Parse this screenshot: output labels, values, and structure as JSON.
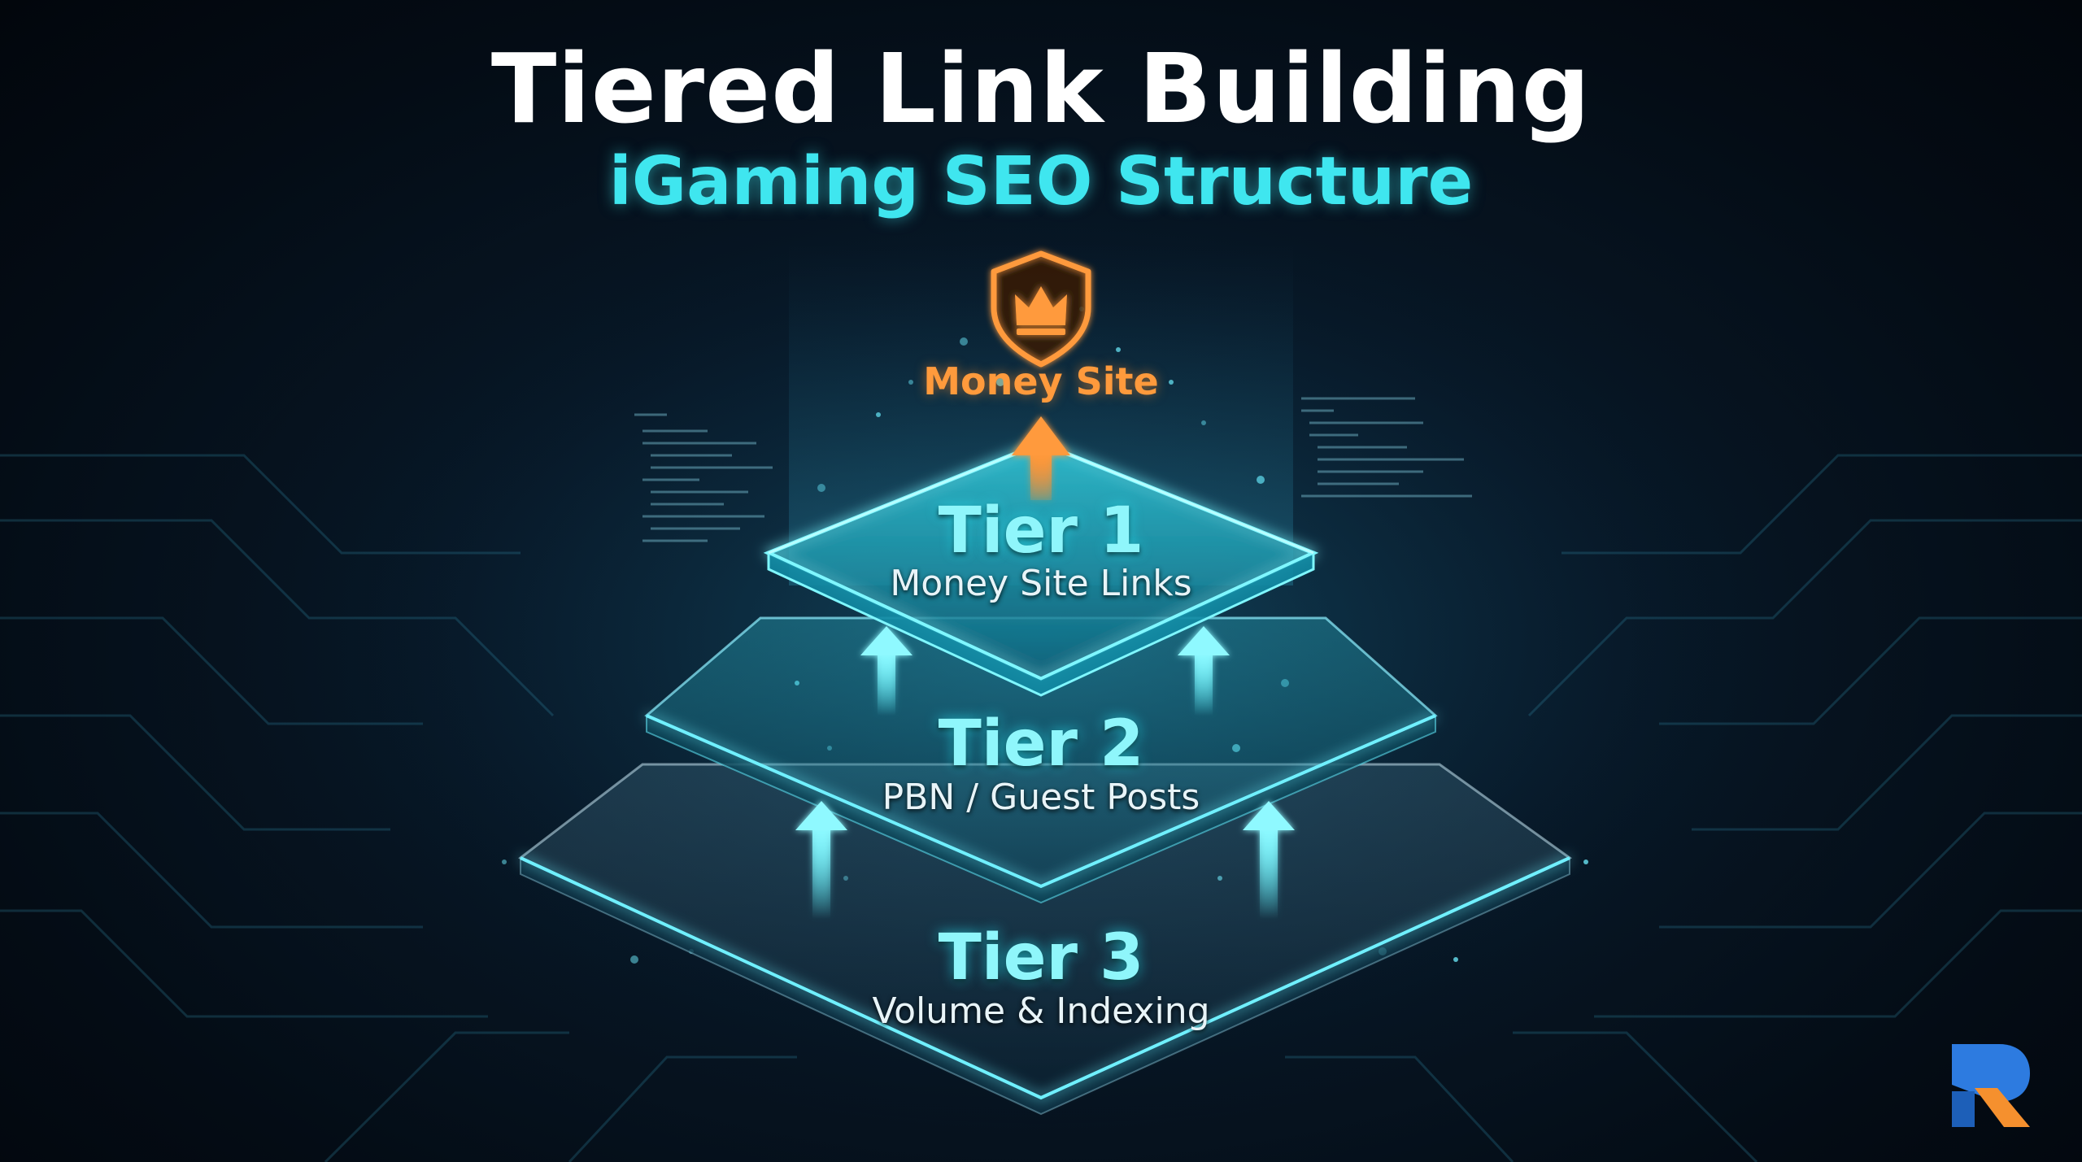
{
  "title": "Tiered Link Building",
  "subtitle": "iGaming SEO Structure",
  "top": {
    "label": "Money Site",
    "icon": "shield-crown-icon",
    "color": "#ff9a3c"
  },
  "tiers": [
    {
      "name": "Tier 1",
      "description": "Money Site Links"
    },
    {
      "name": "Tier 2",
      "description": "PBN / Guest Posts"
    },
    {
      "name": "Tier 3",
      "description": "Volume & Indexing"
    }
  ],
  "colors": {
    "accent": "#3fe6ef",
    "glow": "#5cf3ff",
    "background": "#061421",
    "money": "#ff9a3c",
    "logo_blue": "#2d7be0",
    "logo_orange": "#f5902e"
  },
  "logo": {
    "icon": "brand-r-logo"
  }
}
